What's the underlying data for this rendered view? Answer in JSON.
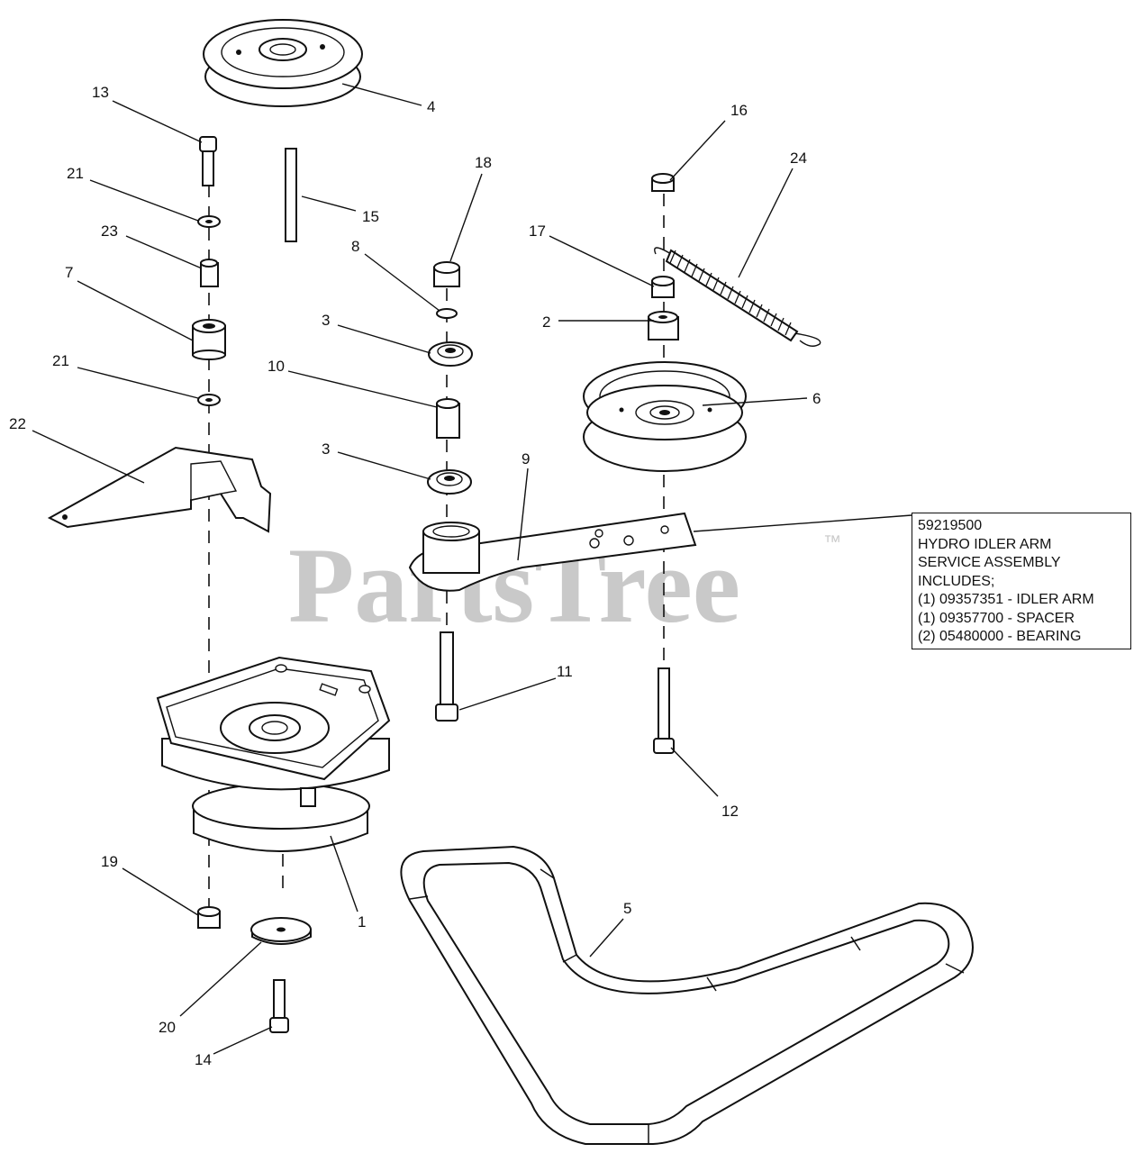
{
  "watermark": {
    "text": "PartsTree",
    "tm": "™"
  },
  "callout": {
    "lines": [
      "59219500",
      "HYDRO IDLER ARM",
      "SERVICE ASSEMBLY",
      "INCLUDES;",
      "(1) 09357351 - IDLER ARM",
      "(1) 09357700 - SPACER",
      "(2) 05480000 - BEARING"
    ]
  },
  "labels": {
    "l1": "1",
    "l2": "2",
    "l3a": "3",
    "l3b": "3",
    "l4": "4",
    "l5": "5",
    "l6": "6",
    "l7": "7",
    "l8": "8",
    "l9": "9",
    "l10": "10",
    "l11": "11",
    "l12": "12",
    "l13": "13",
    "l14": "14",
    "l15": "15",
    "l16": "16",
    "l17": "17",
    "l18": "18",
    "l19": "19",
    "l20": "20",
    "l21a": "21",
    "l21b": "21",
    "l22": "22",
    "l23": "23",
    "l24": "24"
  }
}
